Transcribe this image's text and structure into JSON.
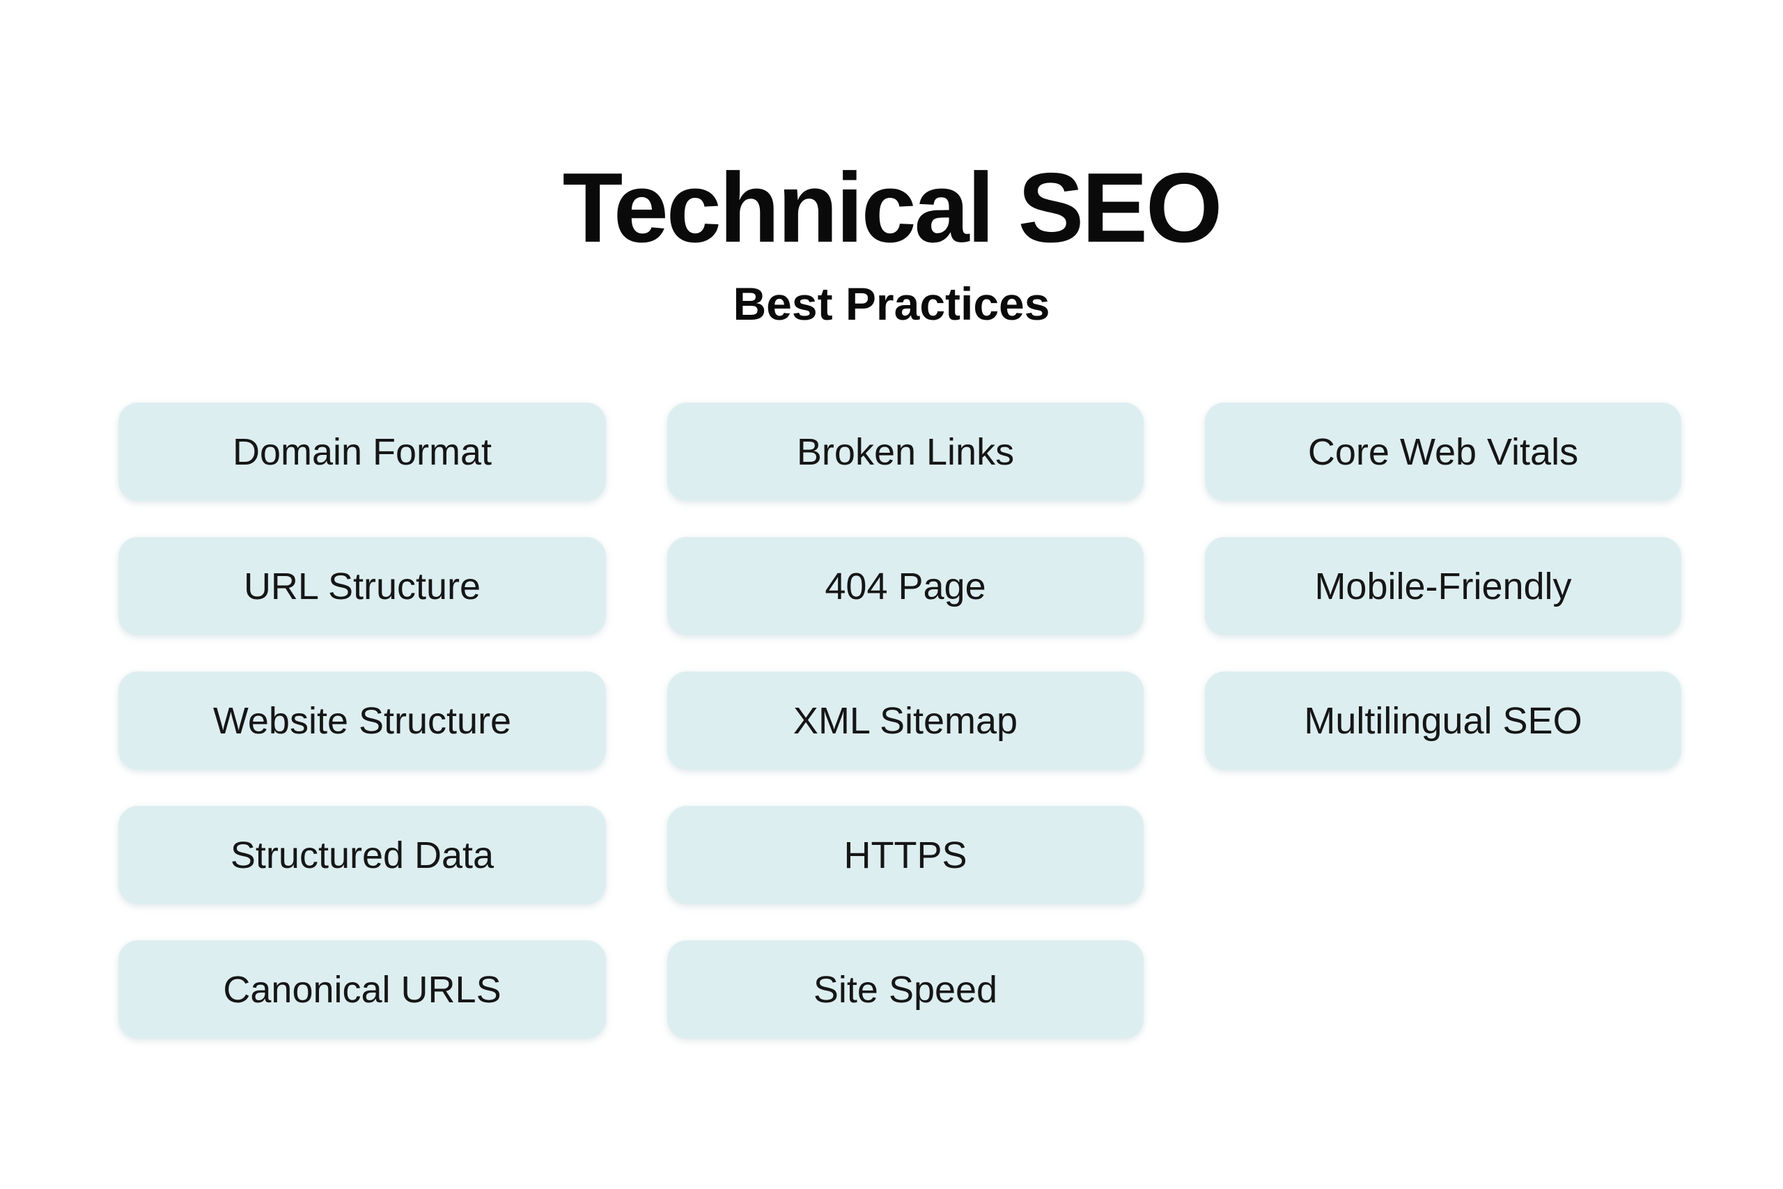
{
  "header": {
    "title": "Technical SEO",
    "subtitle": "Best Practices"
  },
  "colors": {
    "background": "#ffffff",
    "card_fill": "#ddeef0",
    "text": "#151515"
  },
  "cards": {
    "col1": [
      "Domain Format",
      "URL Structure",
      "Website Structure",
      "Structured Data",
      "Canonical URLS"
    ],
    "col2": [
      "Broken Links",
      "404 Page",
      "XML Sitemap",
      "HTTPS",
      "Site Speed"
    ],
    "col3": [
      "Core Web Vitals",
      "Mobile-Friendly",
      "Multilingual SEO"
    ]
  }
}
